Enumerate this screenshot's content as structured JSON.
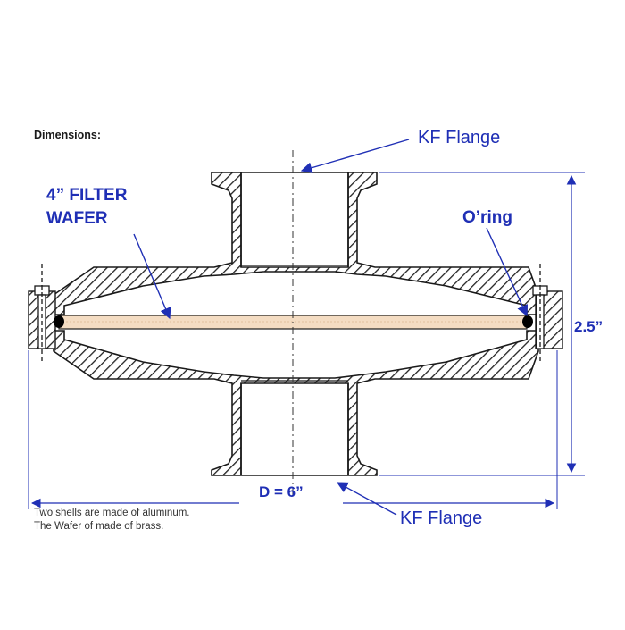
{
  "diagram": {
    "title": "Dimensions:",
    "labels": {
      "kf_flange_top": "KF Flange",
      "kf_flange_bottom": "KF Flange",
      "filter_wafer_line1": "4” FILTER",
      "filter_wafer_line2": "WAFER",
      "oring": "O’ring",
      "height_dim": "2.5”",
      "diameter_dim": "D = 6”"
    },
    "notes": {
      "line1": "Two shells are made of aluminum.",
      "line2": "The Wafer of made of brass."
    },
    "colors": {
      "label_blue": "#1f2fb5",
      "wafer_fill": "#f4dcc2",
      "hatch": "#222222",
      "oring": "#000000"
    }
  }
}
